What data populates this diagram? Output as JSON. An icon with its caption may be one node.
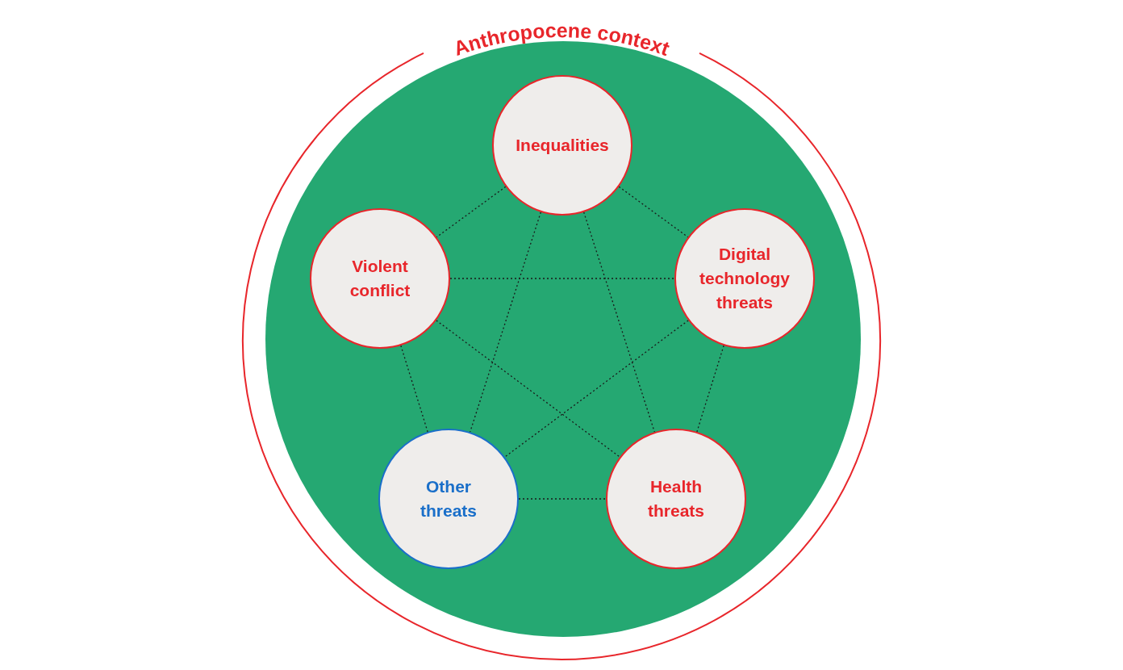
{
  "diagram": {
    "nodes": [
      {
        "text": [
          "Anthropocene context"
        ]
      },
      {
        "text": [],
        "shape": "circle",
        "in": 0
      },
      {
        "text": [
          "Inequalities"
        ],
        "in": 1
      },
      {
        "text": [
          "Violent conflict"
        ],
        "in": 1
      },
      {
        "text": [
          "Digital technology threats"
        ],
        "in": 1
      },
      {
        "text": [
          "Other threats"
        ],
        "in": 1
      },
      {
        "text": [
          "Health threats"
        ],
        "in": 1
      }
    ],
    "edges": [
      {
        "from": 2,
        "to": 3,
        "arrow": "none",
        "style": "dashed"
      },
      {
        "from": 2,
        "to": 4,
        "arrow": "none",
        "style": "dashed"
      },
      {
        "from": 3,
        "to": 4,
        "arrow": "none",
        "style": "dashed"
      },
      {
        "from": 2,
        "to": 5,
        "arrow": "none",
        "style": "dashed"
      },
      {
        "from": 2,
        "to": 6,
        "arrow": "none",
        "style": "dashed"
      },
      {
        "from": 3,
        "to": 5,
        "arrow": "none",
        "style": "dashed"
      },
      {
        "from": 3,
        "to": 6,
        "arrow": "none",
        "style": "dashed"
      },
      {
        "from": 4,
        "to": 5,
        "arrow": "none",
        "style": "dashed"
      },
      {
        "from": 4,
        "to": 6,
        "arrow": "none",
        "style": "dashed"
      },
      {
        "from": 5,
        "to": 6,
        "arrow": "none",
        "style": "dashed"
      }
    ]
  }
}
